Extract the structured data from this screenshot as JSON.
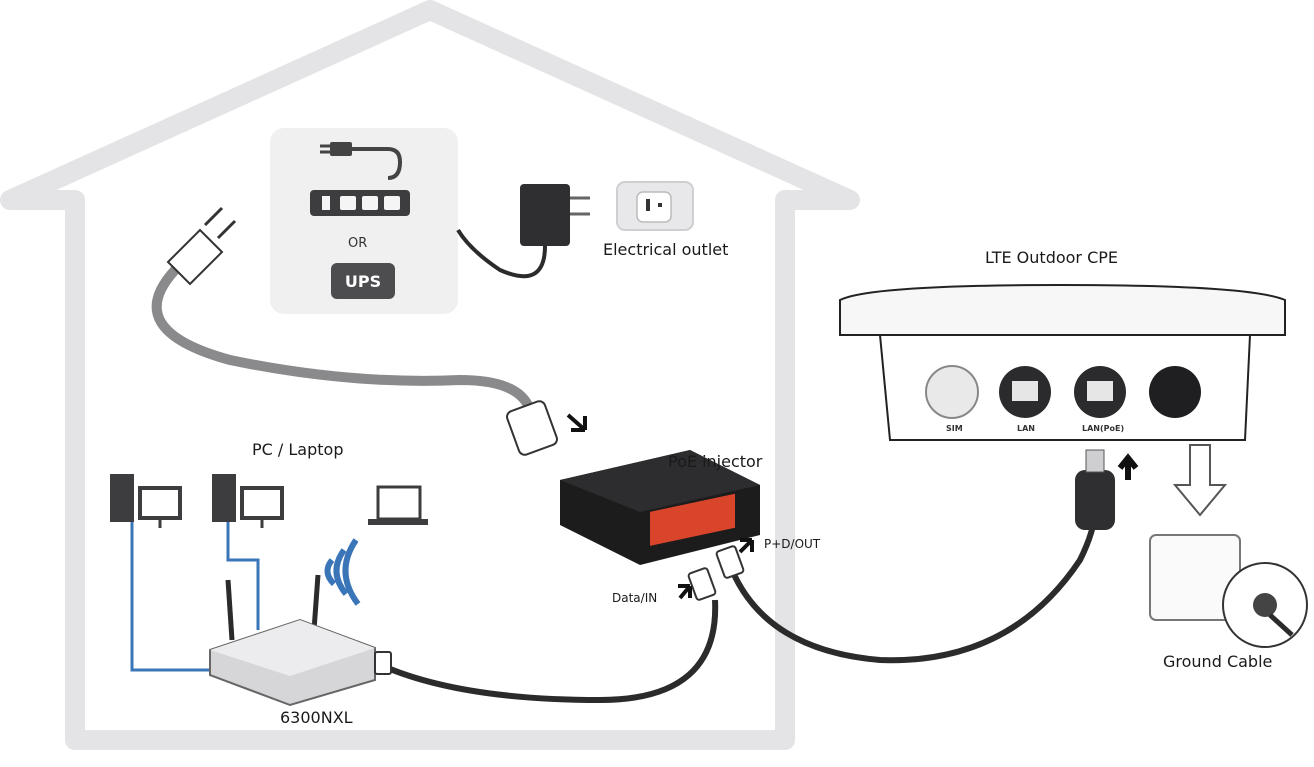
{
  "labels": {
    "or": "OR",
    "ups": "UPS",
    "electrical_outlet": "Electrical outlet",
    "lte_cpe": "LTE Outdoor CPE",
    "pc_laptop": "PC / Laptop",
    "poe_injector": "PoE injector",
    "p_d_out": "P+D/OUT",
    "data_in": "Data/IN",
    "router_model": "6300NXL",
    "ground_cable": "Ground Cable"
  },
  "ports": {
    "sim": "SIM",
    "lan": "LAN",
    "lan_poe": "LAN(PoE)"
  },
  "colors": {
    "house": "#e6e6e8",
    "cable": "#2b2b2b",
    "lan_cable": "#3a75b8",
    "injector": "#1c1c1c",
    "injector_accent": "#d9452b",
    "ups_bg": "#4d4d4f",
    "device_dark": "#333333"
  }
}
